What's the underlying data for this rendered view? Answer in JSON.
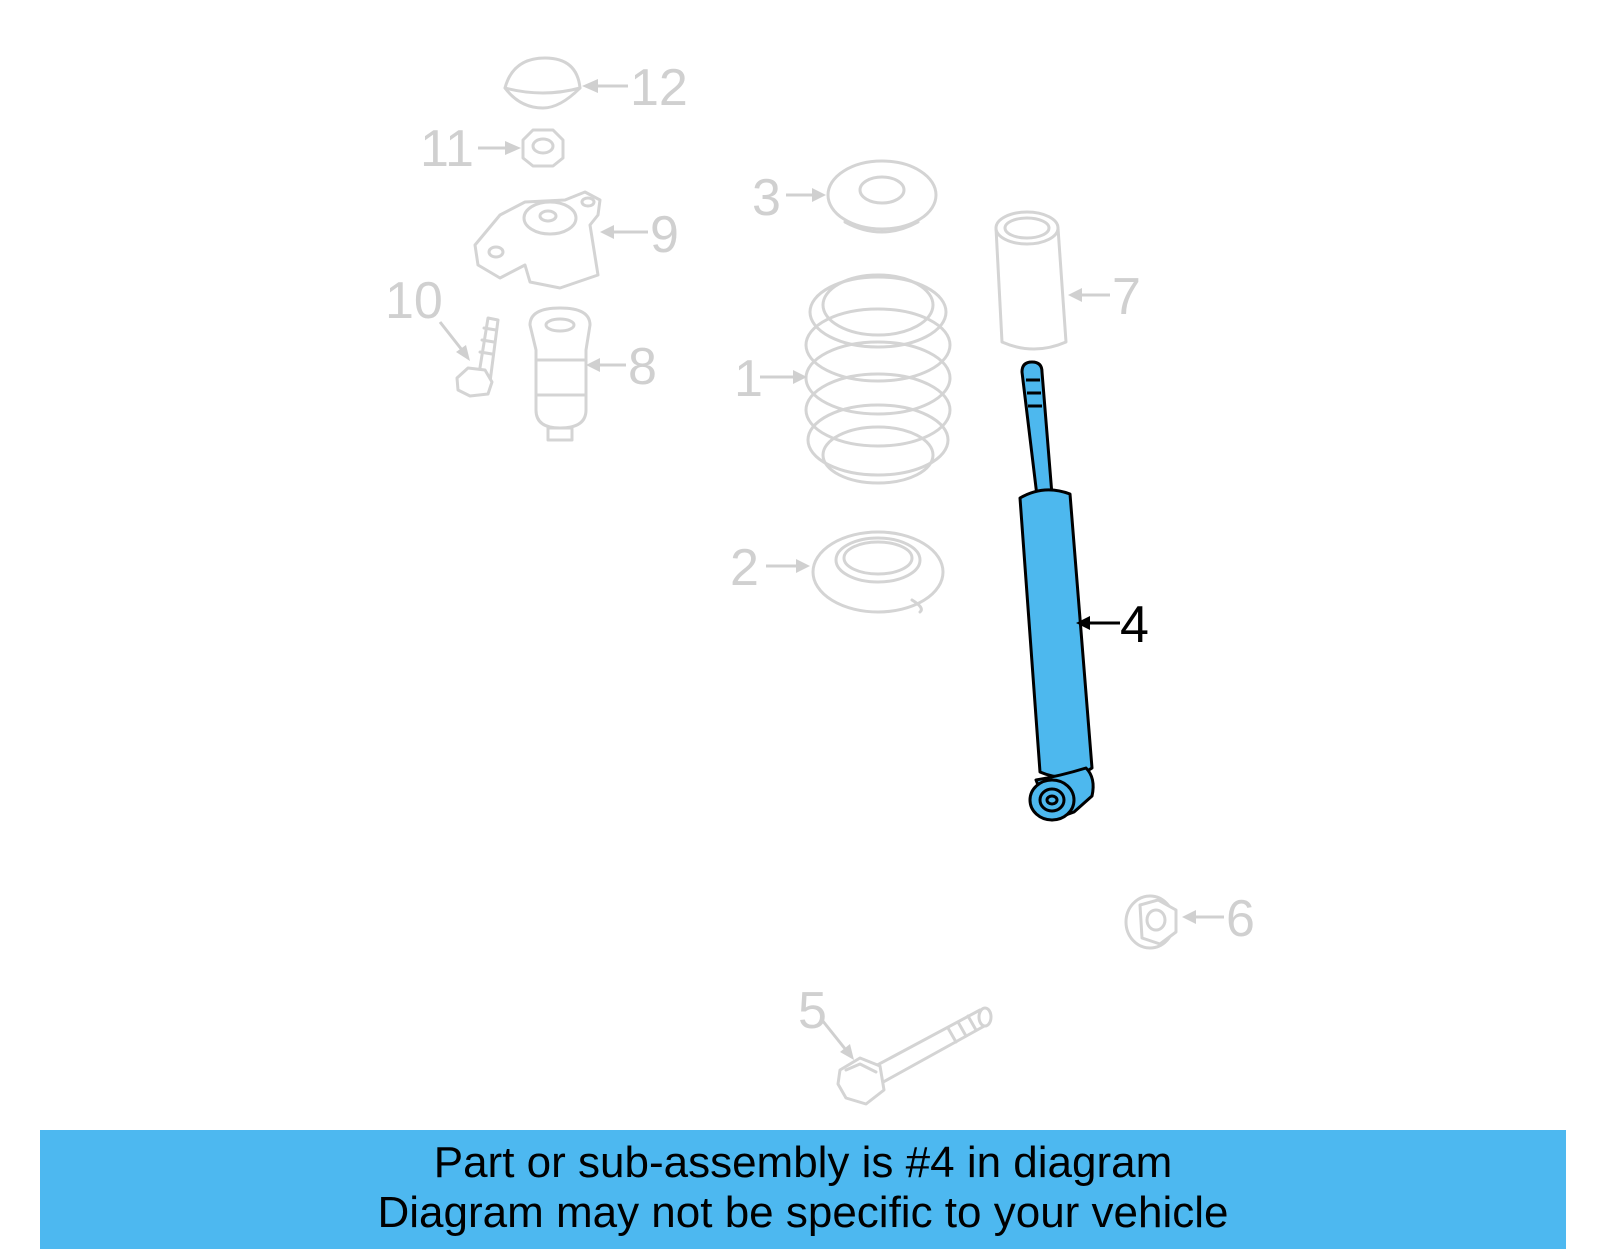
{
  "callouts": {
    "c1": "1",
    "c2": "2",
    "c3": "3",
    "c4": "4",
    "c5": "5",
    "c6": "6",
    "c7": "7",
    "c8": "8",
    "c9": "9",
    "c10": "10",
    "c11": "11",
    "c12": "12"
  },
  "highlighted_part": "4",
  "colors": {
    "highlight": "#4db8ee",
    "banner": "#4db8f0",
    "ghost": "#d4d4d4"
  },
  "banner": {
    "line1": "Part or sub-assembly is #4 in diagram",
    "line2": "Diagram may not be specific to your vehicle"
  }
}
